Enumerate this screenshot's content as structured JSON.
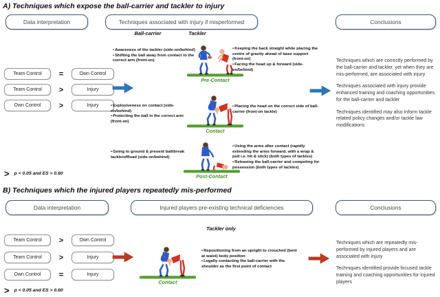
{
  "colors": {
    "header_border": "#31597a",
    "arrow_blue": "#2e75b6",
    "arrow_red": "#b83a25",
    "ground_green": "#55a32d",
    "phase_label_green": "#3f941f"
  },
  "icons": {
    "arrow_a": "right-arrow-blue",
    "arrow_b": "right-arrow-red",
    "figures": "rugby-players-illustration"
  },
  "section_a": {
    "title": "A) Techniques which expose the ball-carrier and tackler to injury",
    "headers": {
      "data_interpretation": "Data interpretation",
      "middle": "Techniques associated with injury if misperformed",
      "conclusions": "Conclusions"
    },
    "column_labels": {
      "ball_carrier": "Ball-carrier",
      "tackler": "Tackler"
    },
    "comparisons": [
      {
        "left": "Team Control",
        "op": "=",
        "right": "Own Control"
      },
      {
        "left": "Team Control",
        "op": ">",
        "right": "Injury"
      },
      {
        "left": "Own Control",
        "op": ">",
        "right": "Injury"
      }
    ],
    "phases": [
      {
        "label": "Pre-Contact",
        "ball_carrier_bullets": [
          "Awareness of the tackler (side-on/behind)",
          "Shifting the ball away from contact to the correct arm (front-on)"
        ],
        "tackler_bullets": [
          "Keeping the back straight while placing the centre of gravity ahead of base support (front-on)",
          "Facing the head up & forward (side-on/behind)"
        ]
      },
      {
        "label": "Contact",
        "ball_carrier_bullets": [
          "Explosiveness on contact (side-on/behind)",
          "Protecting the ball in the correct arm (front-on)"
        ],
        "tackler_bullets": [
          "Placing the head on the correct side of ball-carrier (front-on tackle)"
        ]
      },
      {
        "label": "Post-Contact",
        "ball_carrier_bullets": [
          "Going to ground & present ball/break tackle/offload (side-on/behind)"
        ],
        "tackler_bullets": [
          "Using the arms after contact (rapidly extending the arms forward, with a wrap & pull i.e. hit & stick) (both types of tackles)",
          "Releasing the ball-carrier and competing for possession (both types of tackles)"
        ]
      }
    ],
    "conclusions": [
      "Techniques which are correctly performed by the ball-carrier and tackler, yet when they are mis-performed, are associated with injury",
      "Techniques associated with injury provide enhanced training and coaching opportunities for the ball-carrier and tackler",
      "Techniques identified may also inform tackle related policy changes and/or tackle law modifications"
    ],
    "footnote": {
      "symbol": ">",
      "text": "p < 0.05 and ES > 0.60"
    }
  },
  "section_b": {
    "title": "B) Techniques which the injured players repeatedly mis-performed",
    "headers": {
      "data_interpretation": "Data interpretation",
      "middle": "Injured players pre-existing technical deficiencies",
      "conclusions": "Conclusions"
    },
    "column_labels": {
      "tackler_only": "Tackler only"
    },
    "comparisons": [
      {
        "left": "Team Control",
        "op": ">",
        "right": "Own Control"
      },
      {
        "left": "Team Control",
        "op": ">",
        "right": "Injury"
      },
      {
        "left": "Own Control",
        "op": "=",
        "right": "Injury"
      }
    ],
    "phase": {
      "label": "Contact",
      "tackler_bullets": [
        "Repositioning from an upright to crouched (bent at waist) body position",
        "Legally contacting the ball-carrier with the shoulder as the first point of contact"
      ]
    },
    "conclusions": [
      "Techniques which are repeatedly mis-performed by injured players and are associated with injury",
      "Techniques identified provide focused tackle training and coaching opportunities for injured players"
    ],
    "footnote": {
      "symbol": ">",
      "text": "p < 0.05 and ES > 0.60"
    }
  }
}
